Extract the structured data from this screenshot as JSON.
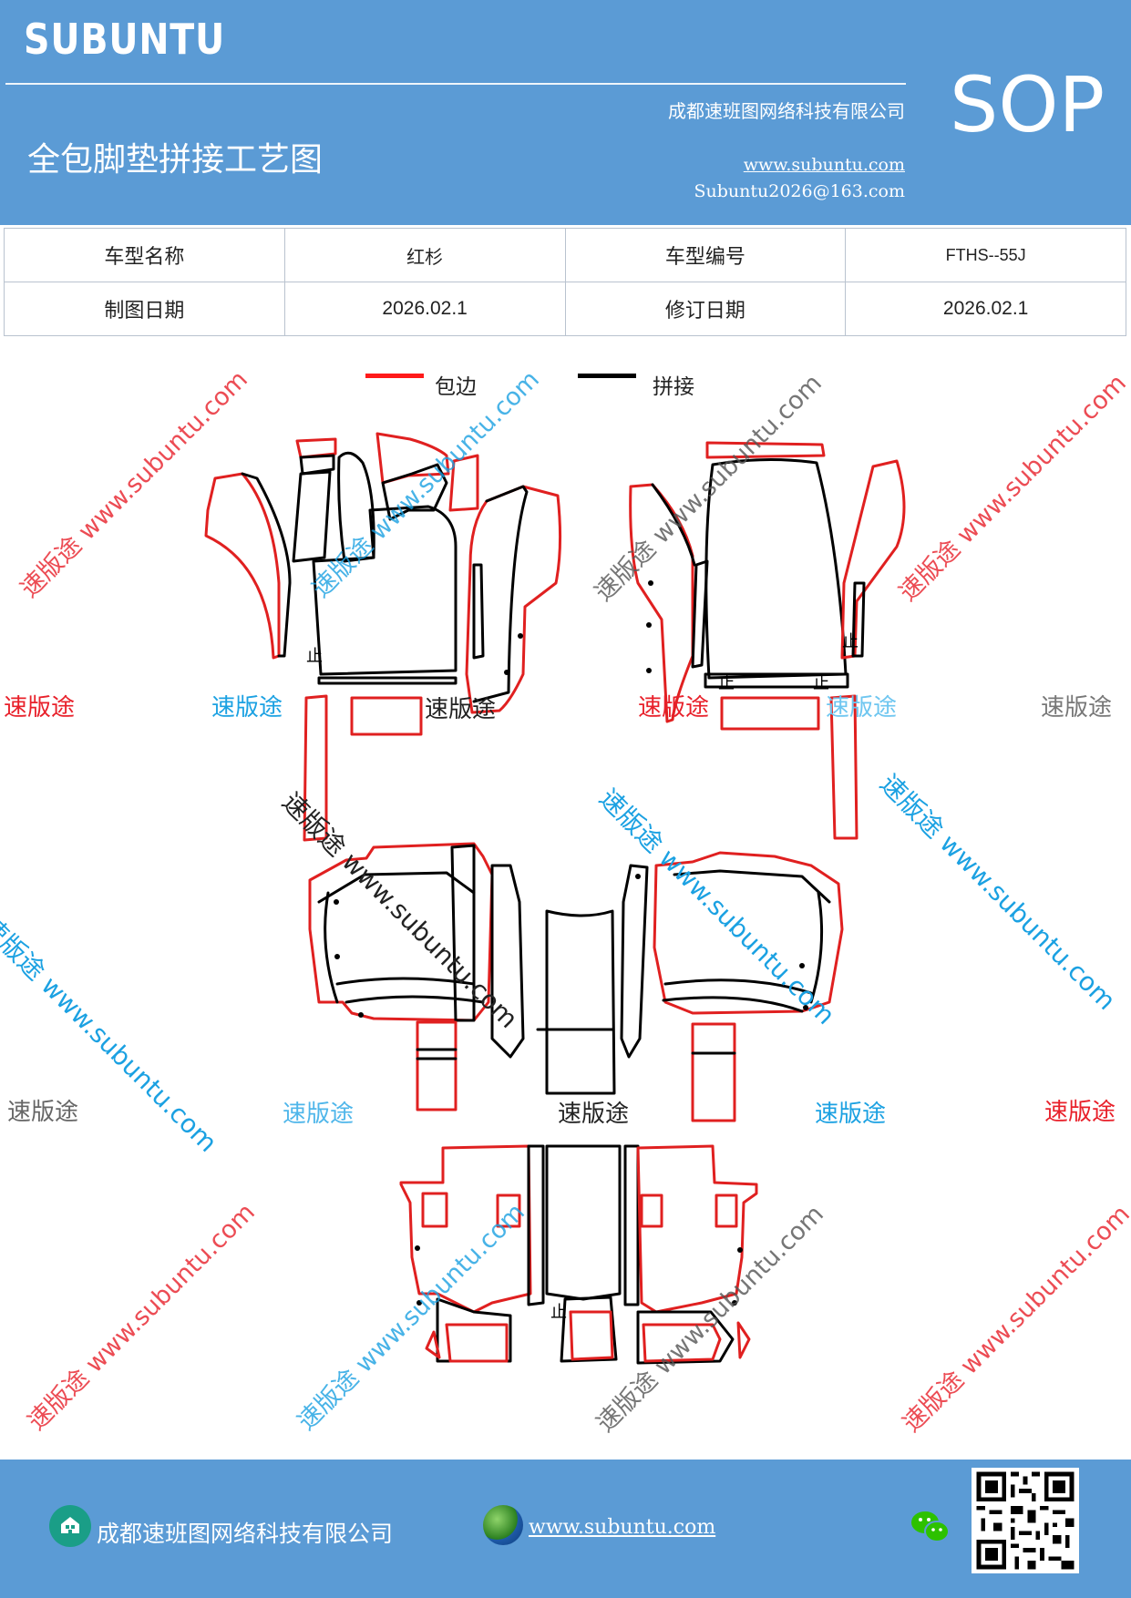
{
  "header": {
    "brand": "SUBUNTU",
    "company": "成都速班图网络科技有限公司",
    "doc_title": "全包脚垫拼接工艺图",
    "website": "www.subuntu.com",
    "email": "Subuntu2026@163.com",
    "sop": "SOP",
    "color": "#5b9bd5"
  },
  "info": {
    "model_name_label": "车型名称",
    "model_name_value": "红杉",
    "model_code_label": "车型编号",
    "model_code_value": "FTHS--55J",
    "draw_date_label": "制图日期",
    "draw_date_value": "2026.02.1",
    "revise_date_label": "修订日期",
    "revise_date_value": "2026.02.1"
  },
  "legend": {
    "edge_label": "包边",
    "edge_color": "#ff1a1a",
    "seam_label": "拼接",
    "seam_color": "#000000"
  },
  "drawing": {
    "marker": "止"
  },
  "watermarks": {
    "brand_text": "速版途",
    "diag_text": "速版途 www.subuntu.com",
    "diag_text_short": "www.subuntu.com",
    "colors": [
      "#e8202a",
      "#1ba1e2",
      "#666666"
    ]
  },
  "footer": {
    "company": "成都速班图网络科技有限公司",
    "website": "www.subuntu.com",
    "home_icon": "home-icon",
    "globe_icon": "globe-icon",
    "wechat_icon": "wechat-icon"
  }
}
